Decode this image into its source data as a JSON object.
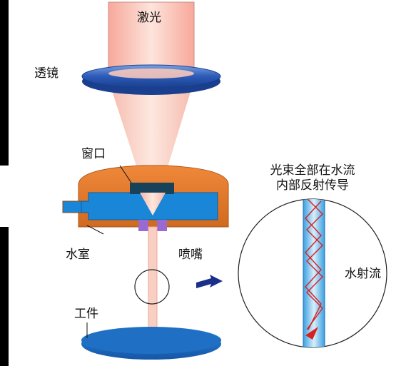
{
  "labels": {
    "laser": "激光",
    "lens": "透镜",
    "window": "窗口",
    "water_chamber": "水室",
    "nozzle": "喷嘴",
    "workpiece": "工件",
    "water_jet": "水射流",
    "total_reflection_line1": "光束全部在水流",
    "total_reflection_line2": "内部反射传导"
  },
  "colors": {
    "laser_beam": "#f7b4a4",
    "lens": "#3a66c0",
    "water_chamber_housing": "#e07a2a",
    "water": "#1a86d8",
    "nozzle": "#9a6ad0",
    "workpiece": "#1f70c4",
    "reflection_path": "#d82020",
    "arrow": "#1a2f8a"
  },
  "icons": {
    "arrow": "right-arrow-icon",
    "magnifier": "zoom-circle-icon"
  }
}
